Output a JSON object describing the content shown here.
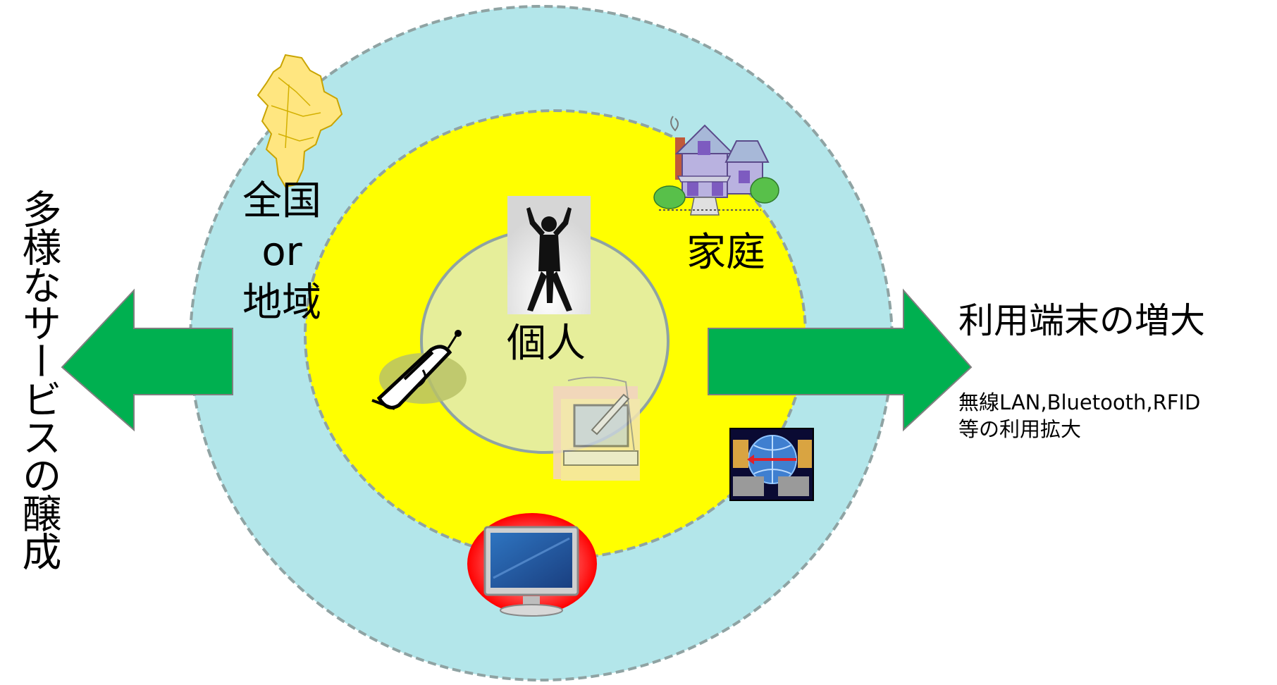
{
  "labels": {
    "nationwide_line1": "全国",
    "nationwide_line2": "or",
    "nationwide_line3": "地域",
    "household": "家庭",
    "individual": "個人"
  },
  "left_caption": "多様なサービスの醸成",
  "right_caption": "利用端末の増大",
  "right_subcaption": {
    "line1": "無線LAN,Bluetooth,RFID",
    "line2": "等の利用拡大"
  },
  "colors": {
    "outer_ring": "#b3e6ea",
    "middle_ring": "#ffff00",
    "inner_circle": "#e6ee9a",
    "ring_border": "#8fa3a3",
    "arrow": "#00b050",
    "tv_halo": "#ff0000"
  },
  "icons": [
    "map-icon",
    "house-icon",
    "person-silhouette-icon",
    "mobile-phone-icon",
    "pen-tablet-icon",
    "network-computers-icon",
    "tv-icon"
  ]
}
